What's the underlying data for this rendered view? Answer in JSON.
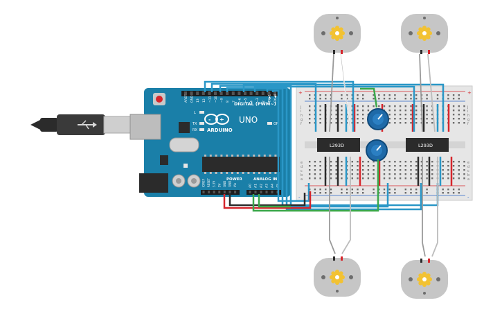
{
  "board": {
    "brand": "ARDUINO",
    "model": "UNO",
    "digital_header": "DIGITAL (PWM~)",
    "power_header": "POWER",
    "analog_header": "ANALOG IN",
    "on_label": "ON",
    "led_l": "L",
    "led_tx": "TX",
    "led_rx": "RX",
    "digital_pins": [
      "AREF",
      "GND",
      "13",
      "12",
      "~11",
      "~10",
      "~9",
      "8",
      "7",
      "~6",
      "~5",
      "4",
      "~3",
      "2",
      "TX▶1",
      "RX◀0"
    ],
    "power_pins": [
      "IOREF",
      "RESET",
      "3.3V",
      "5V",
      "GND",
      "GND",
      "Vin"
    ],
    "analog_pins": [
      "A0",
      "A1",
      "A2",
      "A3",
      "A4",
      "A5"
    ]
  },
  "breadboard": {
    "row_letters_top": [
      "j",
      "i",
      "h",
      "g",
      "f"
    ],
    "row_letters_bottom": [
      "e",
      "d",
      "c",
      "b",
      "a"
    ],
    "plus": "+",
    "minus": "-"
  },
  "chips": [
    {
      "label": "L293D"
    },
    {
      "label": "L293D"
    }
  ],
  "motors": [
    {
      "name": "motor-top-left"
    },
    {
      "name": "motor-top-right"
    },
    {
      "name": "motor-bottom-left"
    },
    {
      "name": "motor-bottom-right"
    }
  ],
  "colors": {
    "board": "#1a7fa8",
    "wire_blue": "#2a97c7",
    "wire_red": "#d6262c",
    "wire_green": "#3aa84a",
    "wire_black": "#2b2b2b",
    "wire_gray": "#9a9a9a",
    "breadboard": "#e6e6e6",
    "motor_body": "#c6c6c6",
    "motor_gear": "#f2c233",
    "pot_body": "#1f6aa8"
  }
}
